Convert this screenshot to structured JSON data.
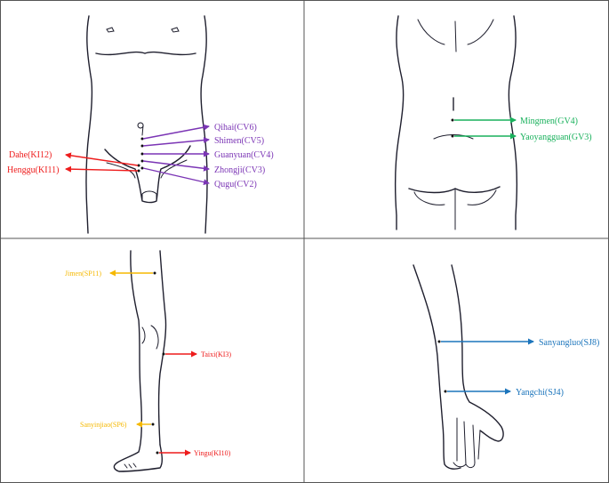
{
  "colors": {
    "cv": "#7b35b5",
    "ki": "#ee1c1c",
    "gv": "#19b15c",
    "sp": "#f5b800",
    "sj": "#1c75bc"
  },
  "panels": {
    "abdomen": {
      "points_right": [
        {
          "label": "Qihai(CV6)",
          "color_key": "cv"
        },
        {
          "label": "Shimen(CV5)",
          "color_key": "cv"
        },
        {
          "label": "Guanyuan(CV4)",
          "color_key": "cv"
        },
        {
          "label": "Zhongji(CV3)",
          "color_key": "cv"
        },
        {
          "label": "Qugu(CV2)",
          "color_key": "cv"
        }
      ],
      "points_left": [
        {
          "label": "Dahe(KI12)",
          "color_key": "ki"
        },
        {
          "label": "Henggu(KI11)",
          "color_key": "ki"
        }
      ]
    },
    "back": {
      "points": [
        {
          "label": "Mingmen(GV4)",
          "color_key": "gv"
        },
        {
          "label": "Yaoyangguan(GV3)",
          "color_key": "gv"
        }
      ]
    },
    "leg": {
      "points": [
        {
          "label": "Jimen(SP11)",
          "color_key": "sp"
        },
        {
          "label": "Taixi(KI3)",
          "color_key": "ki"
        },
        {
          "label": "Sanyinjiao(SP6)",
          "color_key": "sp"
        },
        {
          "label": "Yingu(KI10)",
          "color_key": "ki"
        }
      ]
    },
    "arm": {
      "points": [
        {
          "label": "Sanyangluo(SJ8)",
          "color_key": "sj"
        },
        {
          "label": "Yangchi(SJ4)",
          "color_key": "sj"
        }
      ]
    }
  }
}
